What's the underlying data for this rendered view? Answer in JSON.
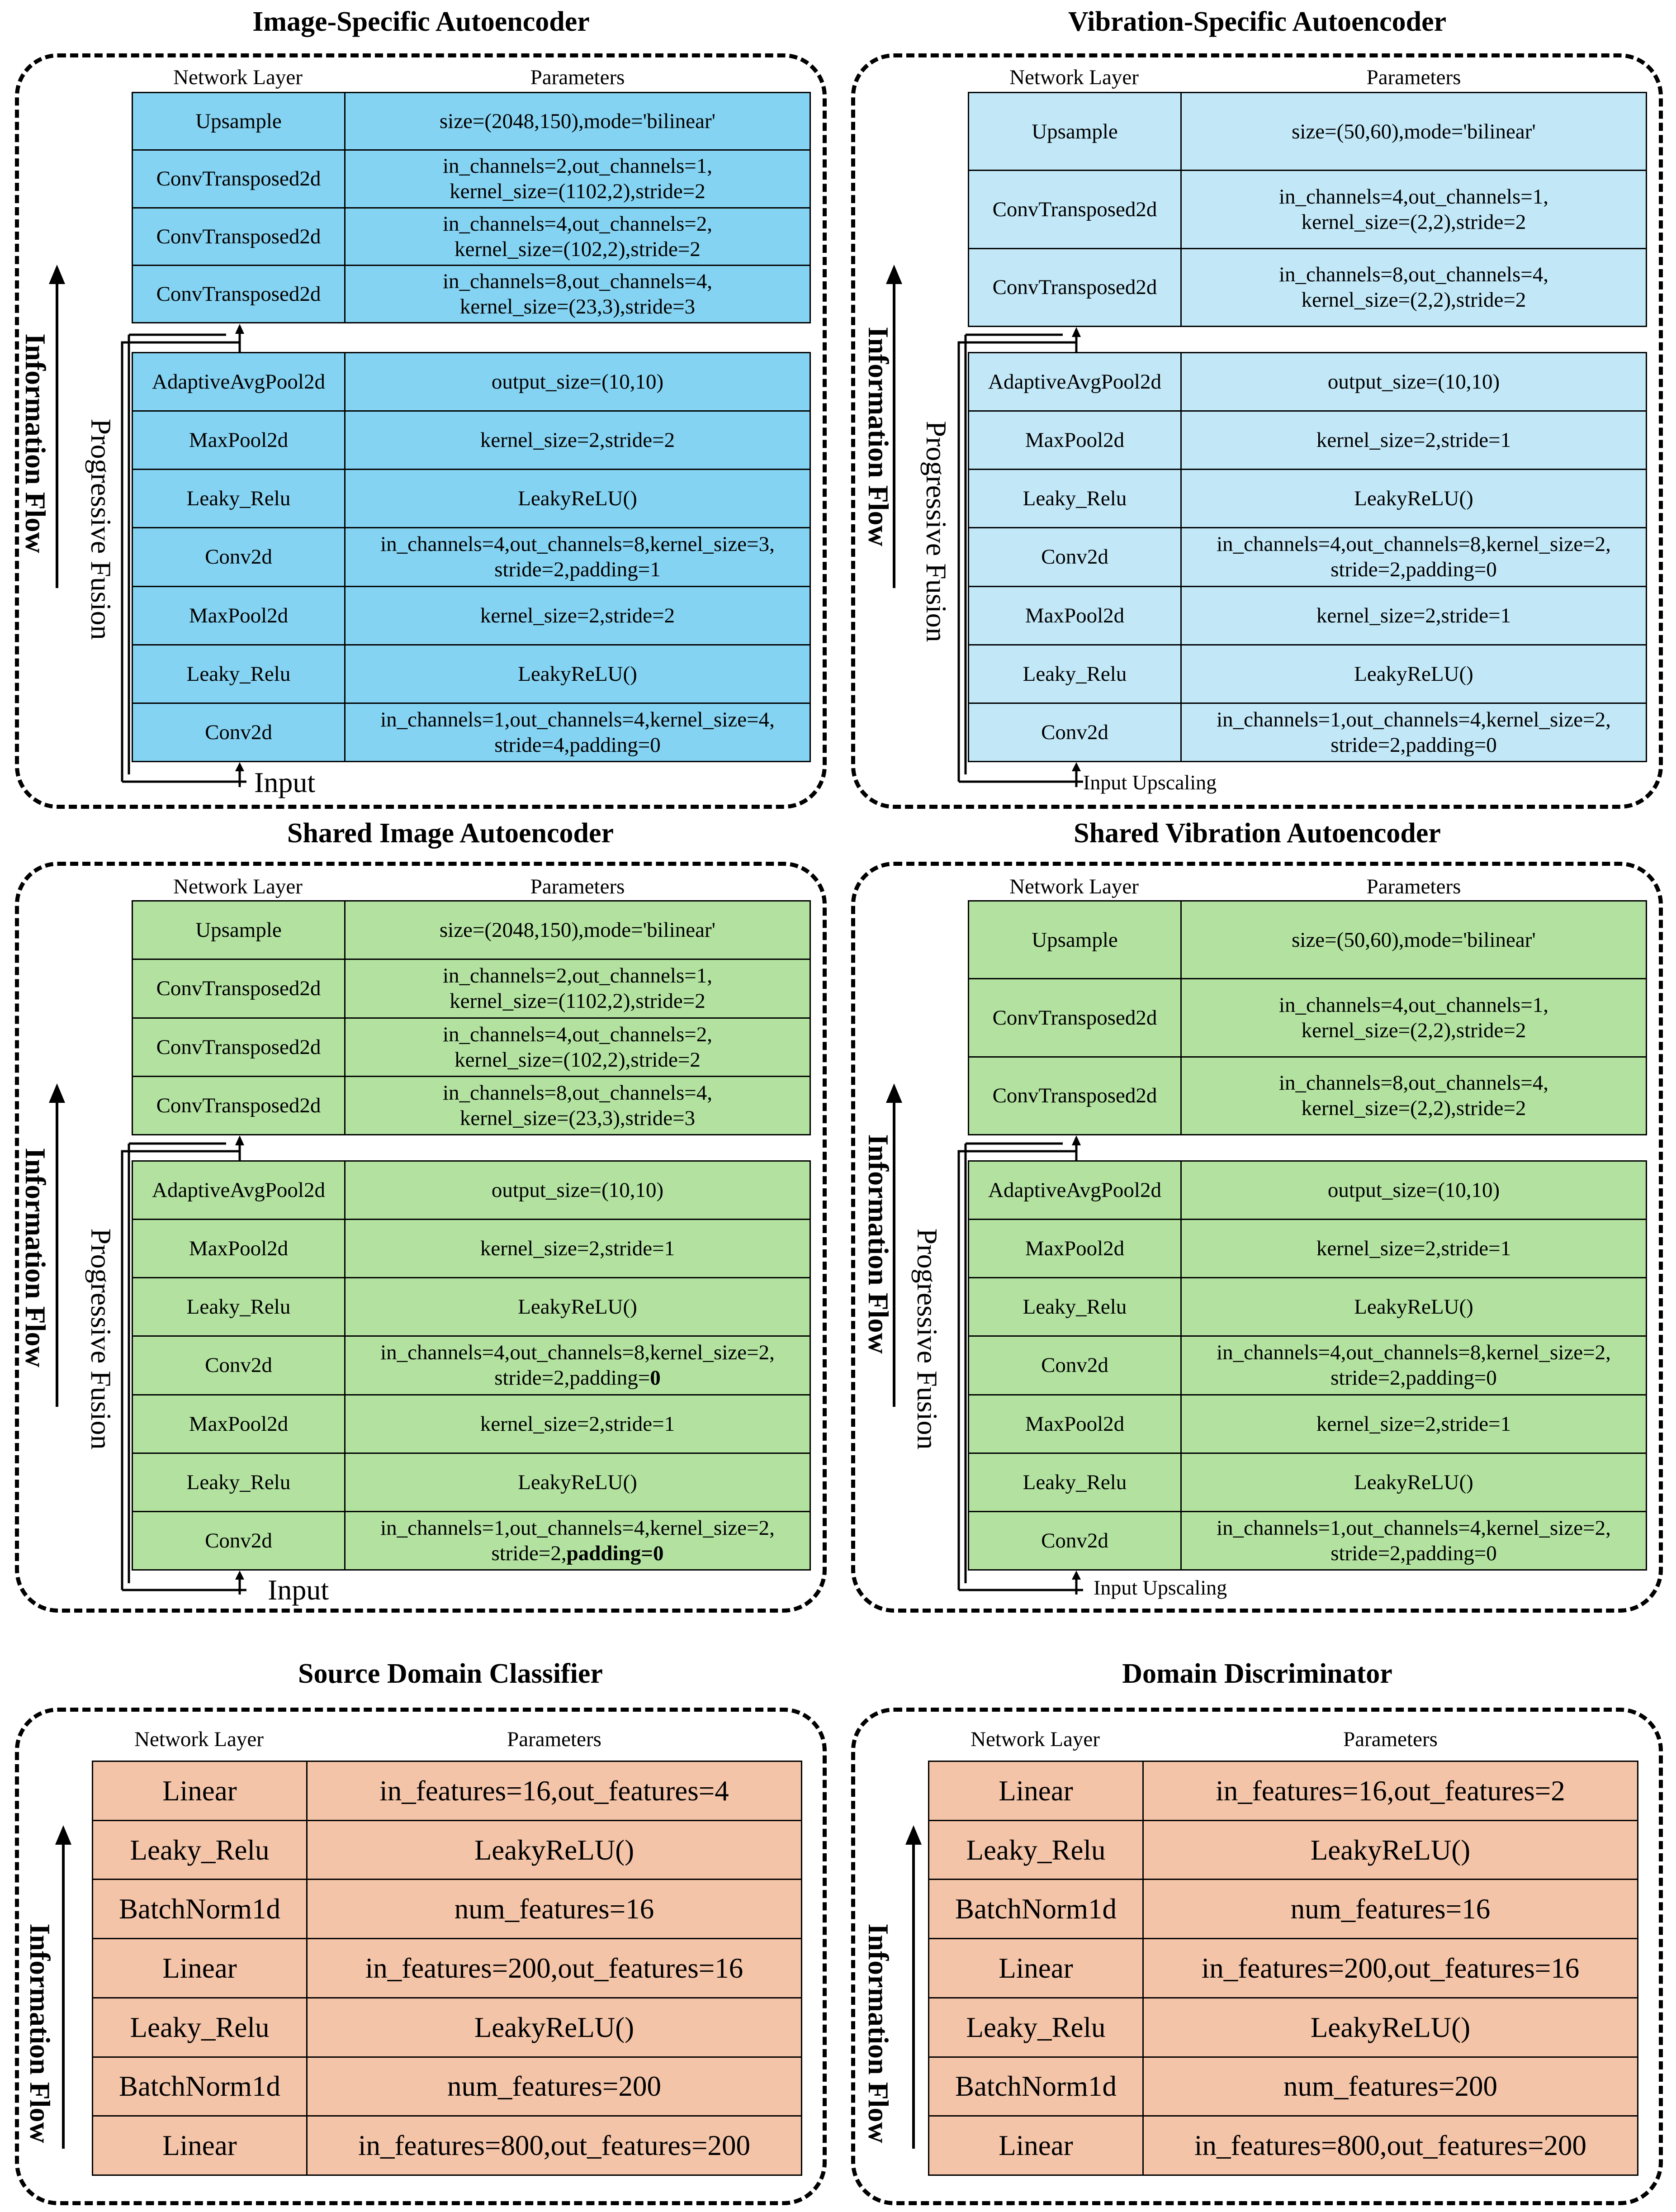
{
  "column_headers": {
    "layer": "Network Layer",
    "params": "Parameters"
  },
  "flow_label": "Information Flow",
  "fusion_label": "Progressive Fusion",
  "panels": {
    "image_specific": {
      "title": "Image-Specific Autoencoder",
      "input_label": "Input",
      "decoder": [
        {
          "layer": "Upsample",
          "params": "size=(2048,150),mode='bilinear'"
        },
        {
          "layer": "ConvTransposed2d",
          "params": "in_channels=2,out_channels=1,\nkernel_size=(1102,2),stride=2"
        },
        {
          "layer": "ConvTransposed2d",
          "params": "in_channels=4,out_channels=2,\nkernel_size=(102,2),stride=2"
        },
        {
          "layer": "ConvTransposed2d",
          "params": "in_channels=8,out_channels=4,\nkernel_size=(23,3),stride=3"
        }
      ],
      "encoder": [
        {
          "layer": "AdaptiveAvgPool2d",
          "params": "output_size=(10,10)"
        },
        {
          "layer": "MaxPool2d",
          "params": "kernel_size=2,stride=2"
        },
        {
          "layer": "Leaky_Relu",
          "params": "LeakyReLU()"
        },
        {
          "layer": "Conv2d",
          "params": "in_channels=4,out_channels=8,kernel_size=3,\nstride=2,padding=1"
        },
        {
          "layer": "MaxPool2d",
          "params": "kernel_size=2,stride=2"
        },
        {
          "layer": "Leaky_Relu",
          "params": "LeakyReLU()"
        },
        {
          "layer": "Conv2d",
          "params": "in_channels=1,out_channels=4,kernel_size=4,\nstride=4,padding=0"
        }
      ]
    },
    "vibration_specific": {
      "title": "Vibration-Specific Autoencoder",
      "input_label": "Input Upscaling",
      "decoder": [
        {
          "layer": "Upsample",
          "params": "size=(50,60),mode='bilinear'"
        },
        {
          "layer": "ConvTransposed2d",
          "params": "in_channels=4,out_channels=1,\nkernel_size=(2,2),stride=2"
        },
        {
          "layer": "ConvTransposed2d",
          "params": "in_channels=8,out_channels=4,\nkernel_size=(2,2),stride=2"
        }
      ],
      "encoder": [
        {
          "layer": "AdaptiveAvgPool2d",
          "params": "output_size=(10,10)"
        },
        {
          "layer": "MaxPool2d",
          "params": "kernel_size=2,stride=1"
        },
        {
          "layer": "Leaky_Relu",
          "params": "LeakyReLU()"
        },
        {
          "layer": "Conv2d",
          "params": "in_channels=4,out_channels=8,kernel_size=2,\nstride=2,padding=0"
        },
        {
          "layer": "MaxPool2d",
          "params": "kernel_size=2,stride=1"
        },
        {
          "layer": "Leaky_Relu",
          "params": "LeakyReLU()"
        },
        {
          "layer": "Conv2d",
          "params": "in_channels=1,out_channels=4,kernel_size=2,\nstride=2,padding=0"
        }
      ]
    },
    "shared_image": {
      "title": "Shared Image Autoencoder",
      "input_label": "Input",
      "decoder": [
        {
          "layer": "Upsample",
          "params": "size=(2048,150),mode='bilinear'"
        },
        {
          "layer": "ConvTransposed2d",
          "params": "in_channels=2,out_channels=1,\nkernel_size=(1102,2),stride=2"
        },
        {
          "layer": "ConvTransposed2d",
          "params": "in_channels=4,out_channels=2,\nkernel_size=(102,2),stride=2"
        },
        {
          "layer": "ConvTransposed2d",
          "params": "in_channels=8,out_channels=4,\nkernel_size=(23,3),stride=3"
        }
      ],
      "encoder": [
        {
          "layer": "AdaptiveAvgPool2d",
          "params": "output_size=(10,10)"
        },
        {
          "layer": "MaxPool2d",
          "params": "kernel_size=2,stride=1"
        },
        {
          "layer": "Leaky_Relu",
          "params": "LeakyReLU()"
        },
        {
          "layer": "Conv2d",
          "params": "in_channels=4,out_channels=8,kernel_size=2,",
          "params_line2": "stride=2,padding=",
          "params_bold": "0"
        },
        {
          "layer": "MaxPool2d",
          "params": "kernel_size=2,stride=1"
        },
        {
          "layer": "Leaky_Relu",
          "params": "LeakyReLU()"
        },
        {
          "layer": "Conv2d",
          "params": "in_channels=1,out_channels=4,kernel_size=2,",
          "params_line2": "stride=2,",
          "params_bold": "padding=0"
        }
      ]
    },
    "shared_vibration": {
      "title": "Shared Vibration Autoencoder",
      "input_label": "Input Upscaling",
      "decoder": [
        {
          "layer": "Upsample",
          "params": "size=(50,60),mode='bilinear'"
        },
        {
          "layer": "ConvTransposed2d",
          "params": "in_channels=4,out_channels=1,\nkernel_size=(2,2),stride=2"
        },
        {
          "layer": "ConvTransposed2d",
          "params": "in_channels=8,out_channels=4,\nkernel_size=(2,2),stride=2"
        }
      ],
      "encoder": [
        {
          "layer": "AdaptiveAvgPool2d",
          "params": "output_size=(10,10)"
        },
        {
          "layer": "MaxPool2d",
          "params": "kernel_size=2,stride=1"
        },
        {
          "layer": "Leaky_Relu",
          "params": "LeakyReLU()"
        },
        {
          "layer": "Conv2d",
          "params": "in_channels=4,out_channels=8,kernel_size=2,\nstride=2,padding=0"
        },
        {
          "layer": "MaxPool2d",
          "params": "kernel_size=2,stride=1"
        },
        {
          "layer": "Leaky_Relu",
          "params": "LeakyReLU()"
        },
        {
          "layer": "Conv2d",
          "params": "in_channels=1,out_channels=4,kernel_size=2,\nstride=2,padding=0"
        }
      ]
    },
    "source_classifier": {
      "title": "Source Domain Classifier",
      "layers": [
        {
          "layer": "Linear",
          "params": "in_features=16,out_features=4"
        },
        {
          "layer": "Leaky_Relu",
          "params": "LeakyReLU()"
        },
        {
          "layer": "BatchNorm1d",
          "params": "num_features=16"
        },
        {
          "layer": "Linear",
          "params": "in_features=200,out_features=16"
        },
        {
          "layer": "Leaky_Relu",
          "params": "LeakyReLU()"
        },
        {
          "layer": "BatchNorm1d",
          "params": "num_features=200"
        },
        {
          "layer": "Linear",
          "params": "in_features=800,out_features=200"
        }
      ]
    },
    "domain_discriminator": {
      "title": "Domain Discriminator",
      "layers": [
        {
          "layer": "Linear",
          "params": "in_features=16,out_features=2"
        },
        {
          "layer": "Leaky_Relu",
          "params": "LeakyReLU()"
        },
        {
          "layer": "BatchNorm1d",
          "params": "num_features=16"
        },
        {
          "layer": "Linear",
          "params": "in_features=200,out_features=16"
        },
        {
          "layer": "Leaky_Relu",
          "params": "LeakyReLU()"
        },
        {
          "layer": "BatchNorm1d",
          "params": "num_features=200"
        },
        {
          "layer": "Linear",
          "params": "in_features=800,out_features=200"
        }
      ]
    }
  }
}
